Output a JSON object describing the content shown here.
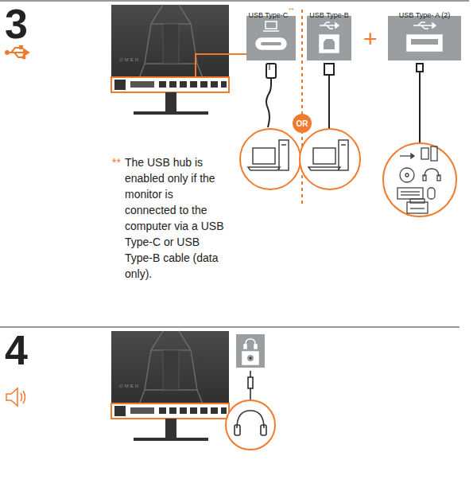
{
  "diagram": {
    "nodes": [
      {
        "text": [
          "USB Type-C",
          "**"
        ]
      },
      {
        "text": [
          "USB Type-B"
        ]
      },
      {
        "text": [
          "USB Type- A (2)"
        ]
      },
      {
        "text": [
          "OR"
        ]
      }
    ],
    "edges": [],
    "labels": [
      "3",
      "4",
      "+",
      "**",
      "The USB hub is enabled only if the monitor is connected to the computer via a USB Type-C or USB Type-B cable (data only).",
      "OMEN",
      "OMEN"
    ]
  }
}
